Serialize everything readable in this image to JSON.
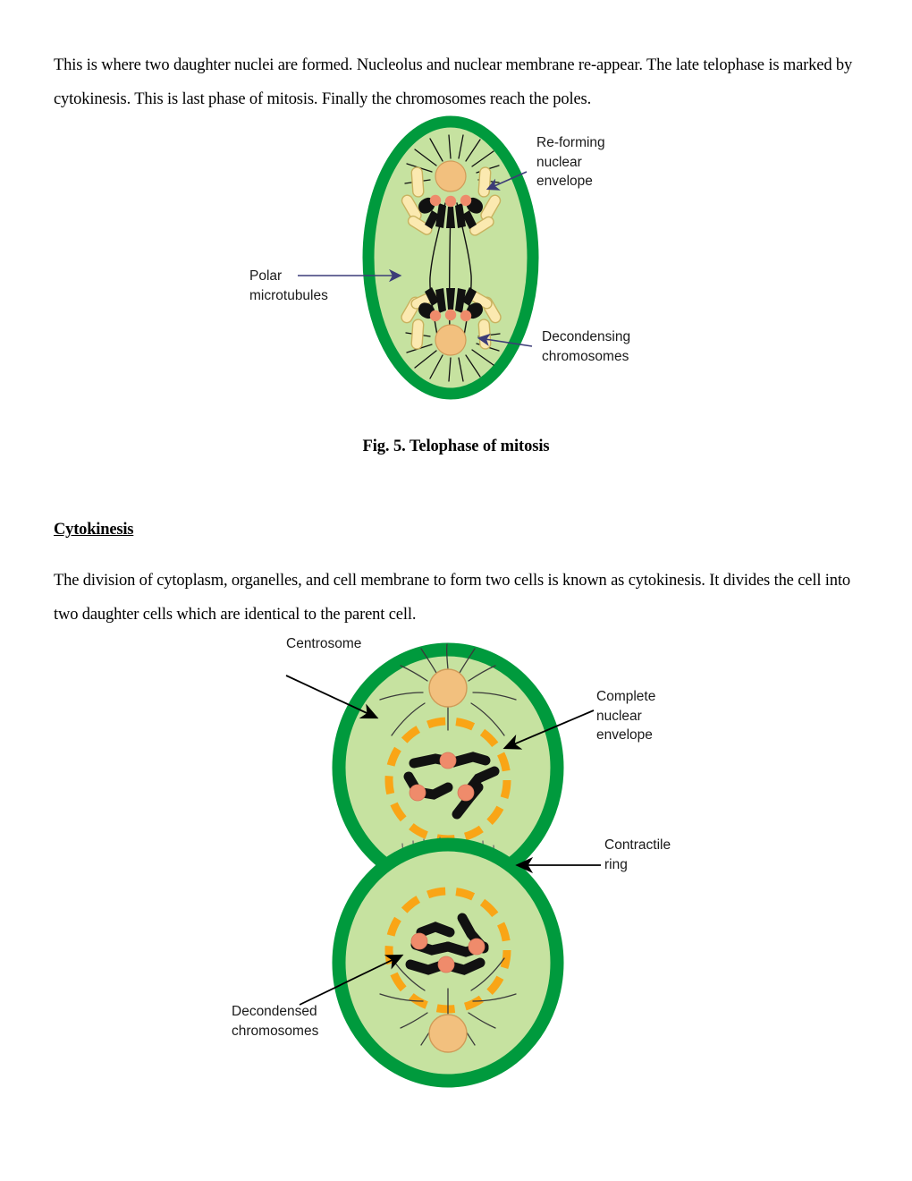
{
  "document": {
    "intro_paragraph": "This is where two daughter nuclei are formed. Nucleolus and nuclear membrane re-appear. The late telophase is marked by cytokinesis. This is last phase of mitosis. Finally the chromosomes reach the poles.",
    "figure_caption": "Fig. 5. Telophase of mitosis",
    "cytokinesis_heading": "Cytokinesis",
    "cytokinesis_paragraph": "The division of cytoplasm, organelles, and cell membrane to form two cells is known as cytokinesis. It divides the cell into two daughter cells which are identical to the parent cell."
  },
  "telophase_diagram": {
    "labels": {
      "reforming_nuclear_envelope": "Re-forming\nnuclear\nenvelope",
      "polar_microtubules": "Polar\nmicrotubules",
      "decondensing_chromosomes": "Decondensing\nchromosomes"
    },
    "colors": {
      "cell_membrane": "#009a3d",
      "cytoplasm": "#c6e2a0",
      "centrosome": "#f2c07e",
      "chromosome": "#111111",
      "centromere": "#ef8b6b",
      "envelope_fragment": "#fbe9b0",
      "envelope_fragment_stroke": "#c9b25f",
      "leader_line": "#3c3c78",
      "microtubule": "#111111"
    }
  },
  "cytokinesis_diagram": {
    "labels": {
      "centrosome": "Centrosome",
      "complete_nuclear_envelope": "Complete\nnuclear\nenvelope",
      "contractile_ring": "Contractile\nring",
      "decondensed_chromosomes": "Decondensed\nchromosomes"
    },
    "colors": {
      "cell_membrane": "#009a3d",
      "cytoplasm": "#c6e2a0",
      "centrosome": "#f2c07e",
      "nuclear_envelope": "#f9a516",
      "chromosome": "#111111",
      "centromere": "#ef8b6b",
      "contractile_ring": "#6b6b6b",
      "leader_line": "#000000"
    }
  }
}
